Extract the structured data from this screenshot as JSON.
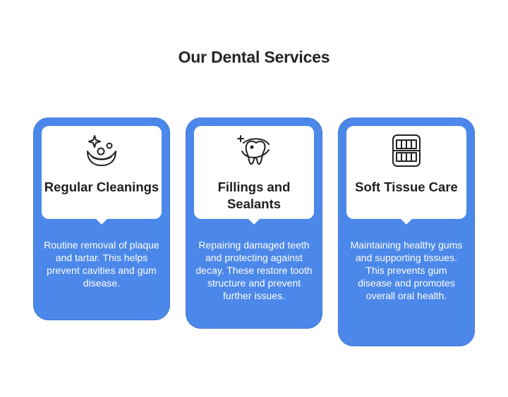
{
  "title": "Our Dental Services",
  "cards": [
    {
      "icon": "tooth-sparkle-icon",
      "title": "Regular Cleanings",
      "description": "Routine removal of plaque and tartar. This helps prevent cavities and gum disease."
    },
    {
      "icon": "tooth-repair-icon",
      "title": "Fillings and Sealants",
      "description": "Repairing damaged teeth and protecting against decay. These restore tooth structure and prevent further issues."
    },
    {
      "icon": "teeth-gums-icon",
      "title": "Soft Tissue Care",
      "description": "Maintaining healthy gums and supporting tissues. This prevents gum disease and promotes overall oral health."
    }
  ],
  "colors": {
    "card": "#4c88ea",
    "card_head": "#ffffff",
    "title": "#242424"
  }
}
